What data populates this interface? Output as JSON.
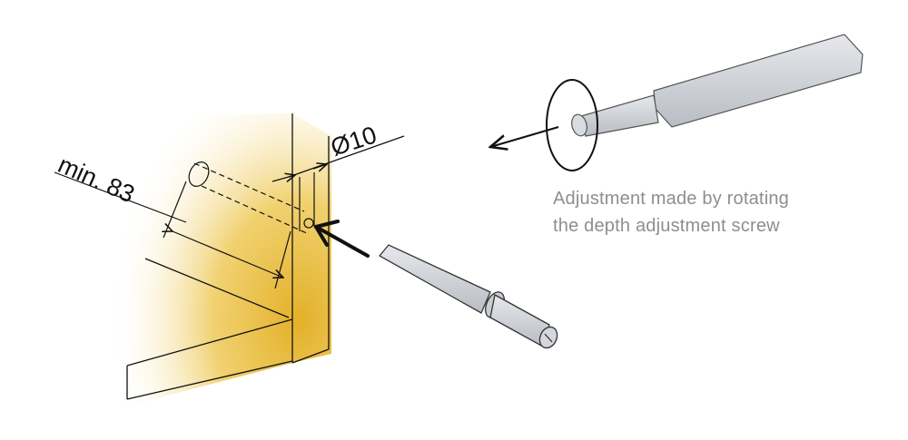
{
  "dimensions": {
    "min_depth_label": "min. 83",
    "diameter_label": "Ø10"
  },
  "caption": {
    "line1": "Adjustment made by rotating",
    "line2": "the depth adjustment screw"
  },
  "colors": {
    "panel_yellow": "#e9be3a",
    "part_gray": "#c9cdd3",
    "caption_gray": "#8e8e8e",
    "line": "#111111"
  }
}
